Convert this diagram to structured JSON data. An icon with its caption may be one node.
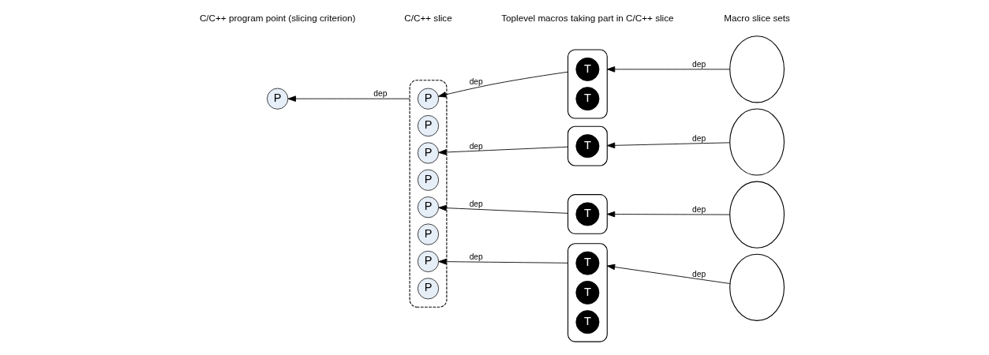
{
  "diagram": {
    "nodes": [
      {
        "text": [
          "P"
        ]
      },
      {
        "text": [],
        "shape": "ellipse"
      },
      {
        "text": [
          "P"
        ],
        "in": 1
      },
      {
        "text": [
          "P"
        ],
        "in": 1
      },
      {
        "text": [
          "P"
        ],
        "in": 1
      },
      {
        "text": [
          "P"
        ],
        "in": 1
      },
      {
        "text": [
          "P"
        ],
        "in": 1
      },
      {
        "text": [
          "P"
        ],
        "in": 1
      },
      {
        "text": [
          "P"
        ],
        "in": 1
      },
      {
        "text": [
          "P"
        ],
        "in": 1
      },
      {
        "text": [],
        "shape": "ellipse"
      },
      {
        "text": [
          "T"
        ],
        "in": 10
      },
      {
        "text": [
          "T"
        ],
        "in": 10
      },
      {
        "text": [],
        "shape": "ellipse"
      },
      {
        "text": [
          "T"
        ],
        "in": 13
      },
      {
        "text": [],
        "shape": "ellipse"
      },
      {
        "text": [
          "T"
        ],
        "in": 15
      },
      {
        "text": [],
        "shape": "ellipse"
      },
      {
        "text": [
          "T"
        ],
        "in": 17
      },
      {
        "text": [
          "T"
        ],
        "in": 17
      },
      {
        "text": [
          "T"
        ],
        "in": 17
      },
      {
        "text": [],
        "shape": "ellipse"
      },
      {
        "text": [],
        "shape": "ellipse"
      },
      {
        "text": [],
        "shape": "ellipse"
      },
      {
        "text": [],
        "shape": "ellipse"
      }
    ],
    "edges": [
      {
        "from": 1,
        "to": 0,
        "arrow": "to",
        "label": "dep"
      },
      {
        "from": 10,
        "to": 2,
        "arrow": "to",
        "label": "dep"
      },
      {
        "from": 13,
        "to": 4,
        "arrow": "to",
        "label": "dep"
      },
      {
        "from": 15,
        "to": 6,
        "arrow": "to",
        "label": "dep"
      },
      {
        "from": 17,
        "to": 8,
        "arrow": "to",
        "label": "dep"
      },
      {
        "from": 21,
        "to": 10,
        "arrow": "to",
        "label": "dep"
      },
      {
        "from": 22,
        "to": 13,
        "arrow": "to",
        "label": "dep"
      },
      {
        "from": 23,
        "to": 15,
        "arrow": "to",
        "label": "dep"
      },
      {
        "from": 24,
        "to": 17,
        "arrow": "to",
        "label": "dep"
      }
    ],
    "labels": [
      "C/C++ program point (slicing criterion)",
      "C/C++ slice",
      "Toplevel macros taking part in C/C++ slice",
      "Macro slice sets"
    ]
  }
}
